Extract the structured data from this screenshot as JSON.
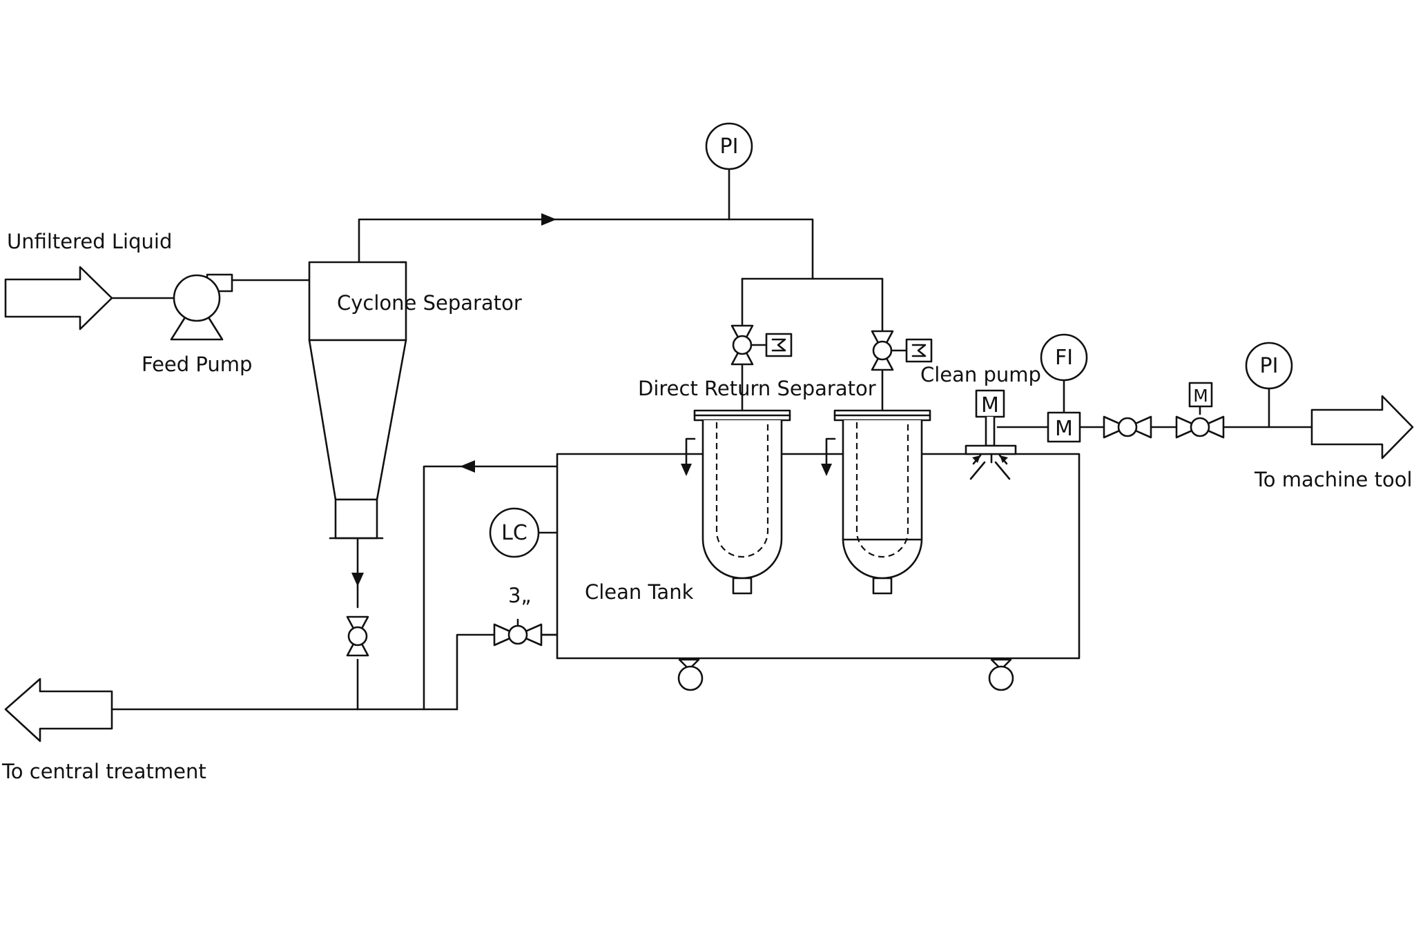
{
  "labels": {
    "unfiltered_liquid": "Unfiltered Liquid",
    "feed_pump": "Feed Pump",
    "cyclone_separator": "Cyclone Separator",
    "direct_return_separator": "Direct Return Separator",
    "clean_pump": "Clean pump",
    "clean_tank": "Clean Tank",
    "to_machine_tool": "To machine tool",
    "to_central_treatment": "To central treatment",
    "valve_size": "3„"
  },
  "instruments": {
    "pi_top": "PI",
    "pi_right": "PI",
    "fi": "FI",
    "lc": "LC",
    "motor_pump": "M",
    "motor_line": "M",
    "motor_valve": "M"
  },
  "colors": {
    "line": "#111111",
    "background": "#ffffff"
  }
}
